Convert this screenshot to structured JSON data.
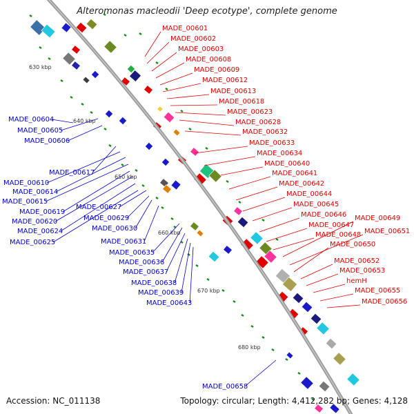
{
  "title": "Alteromonas macleodii 'Deep ecotype', complete genome",
  "accession": "Accession: NC_011138",
  "summary": "Topology: circular; Length: 4,412,282 bp; Genes: 4,128",
  "kbp_ticks": [
    "630 kbp",
    "640 kbp",
    "650 kbp",
    "660 kbp",
    "670 kbp",
    "680 kbp"
  ],
  "colors": {
    "forward_label": "#e00000",
    "reverse_label": "#0000cc",
    "backbone": "#888888",
    "tick": "#1a8a1a"
  },
  "forward_labels": [
    "MADE_00601",
    "MADE_00602",
    "MADE_00603",
    "MADE_00608",
    "MADE_00609",
    "MADE_00612",
    "MADE_00613",
    "MADE_00618",
    "MADE_00623",
    "MADE_00628",
    "MADE_00632",
    "MADE_00633",
    "MADE_00634",
    "MADE_00640",
    "MADE_00641",
    "MADE_00642",
    "MADE_00644",
    "MADE_00645",
    "MADE_00646",
    "MADE_00647",
    "MADE_00648",
    "MADE_00649",
    "MADE_00651",
    "MADE_00650",
    "MADE_00652",
    "MADE_00653",
    "hemH",
    "MADE_00655",
    "MADE_00656"
  ],
  "reverse_labels_left": [
    "MADE_00604",
    "MADE_00605",
    "MADE_00606",
    "MADE_00617",
    "MADE_00610",
    "MADE_00614",
    "MADE_00615",
    "MADE_00619",
    "MADE_00620",
    "MADE_00624",
    "MADE_00625"
  ],
  "reverse_labels_mid": [
    "MADE_00627",
    "MADE_00629",
    "MADE_00630",
    "MADE_00631",
    "MADE_00635",
    "MADE_00636",
    "MADE_00637",
    "MADE_00638",
    "MADE_00639",
    "MADE_00643"
  ],
  "reverse_labels_bottom": [
    "MADE_00658"
  ]
}
